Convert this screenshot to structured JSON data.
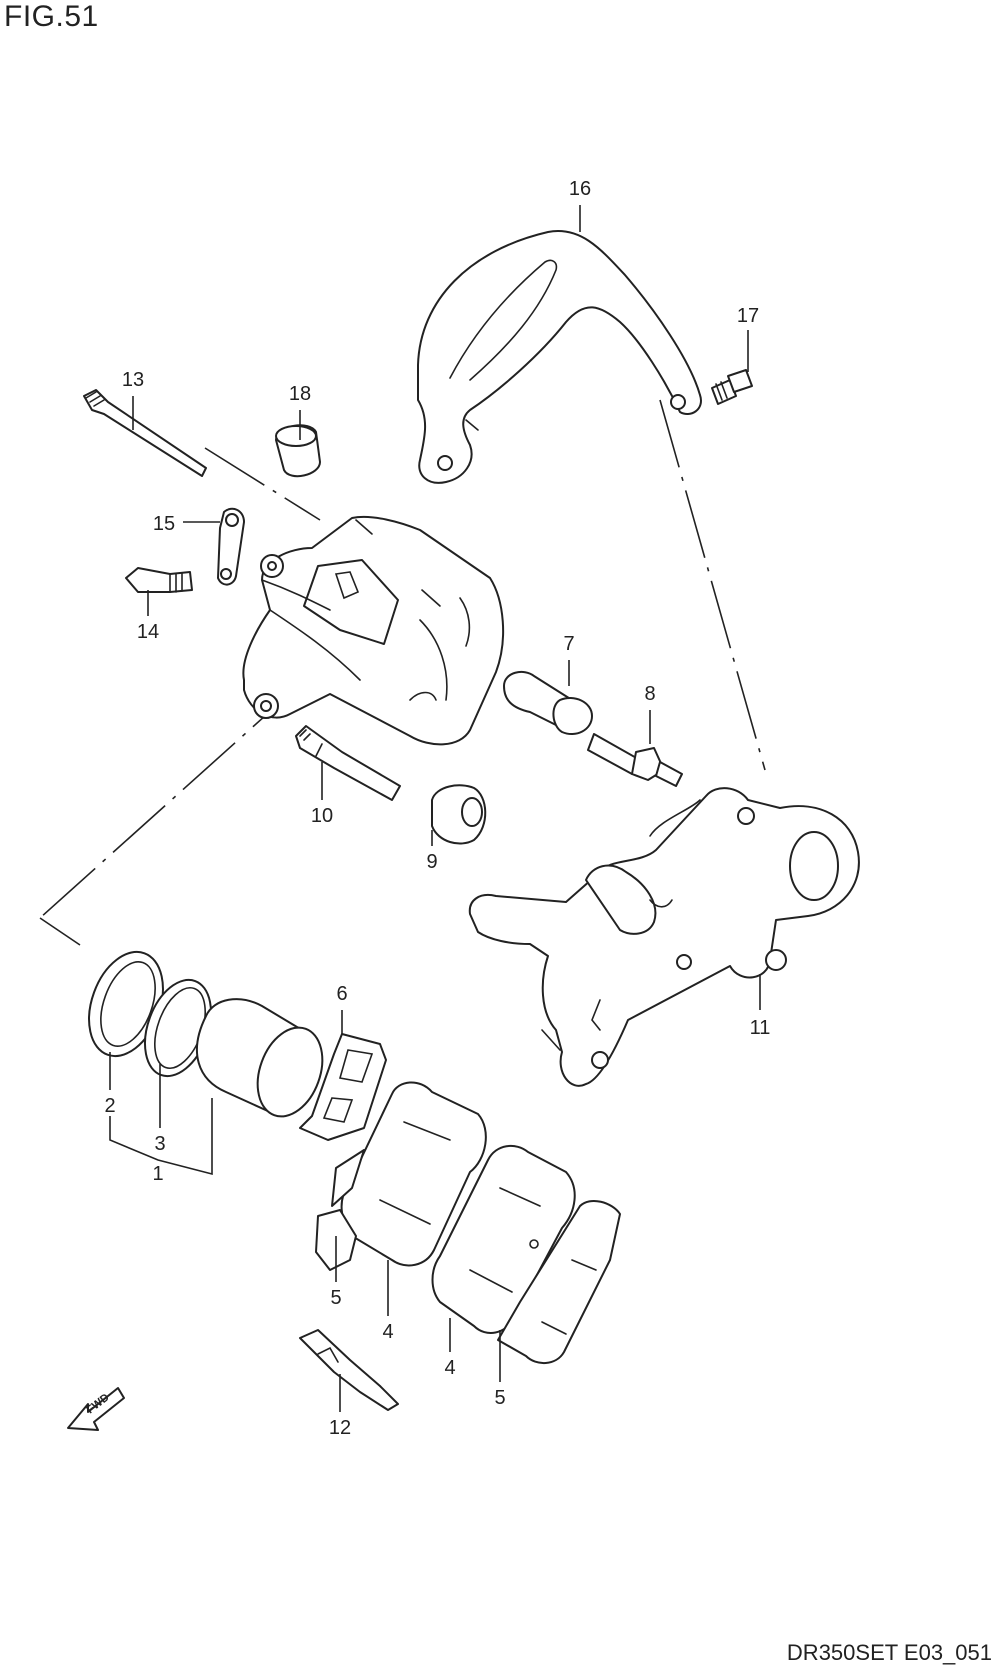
{
  "figure": {
    "title": "FIG.51",
    "drawing_code": "DR350SET E03_051",
    "fwd_label": "FWD"
  },
  "callouts": [
    {
      "id": "c1",
      "label": "1"
    },
    {
      "id": "c2",
      "label": "2"
    },
    {
      "id": "c3",
      "label": "3"
    },
    {
      "id": "c4a",
      "label": "4"
    },
    {
      "id": "c4b",
      "label": "4"
    },
    {
      "id": "c5a",
      "label": "5"
    },
    {
      "id": "c5b",
      "label": "5"
    },
    {
      "id": "c6",
      "label": "6"
    },
    {
      "id": "c7",
      "label": "7"
    },
    {
      "id": "c8",
      "label": "8"
    },
    {
      "id": "c9",
      "label": "9"
    },
    {
      "id": "c10",
      "label": "10"
    },
    {
      "id": "c11",
      "label": "11"
    },
    {
      "id": "c12",
      "label": "12"
    },
    {
      "id": "c13",
      "label": "13"
    },
    {
      "id": "c14",
      "label": "14"
    },
    {
      "id": "c15",
      "label": "15"
    },
    {
      "id": "c16",
      "label": "16"
    },
    {
      "id": "c17",
      "label": "17"
    },
    {
      "id": "c18",
      "label": "18"
    }
  ]
}
